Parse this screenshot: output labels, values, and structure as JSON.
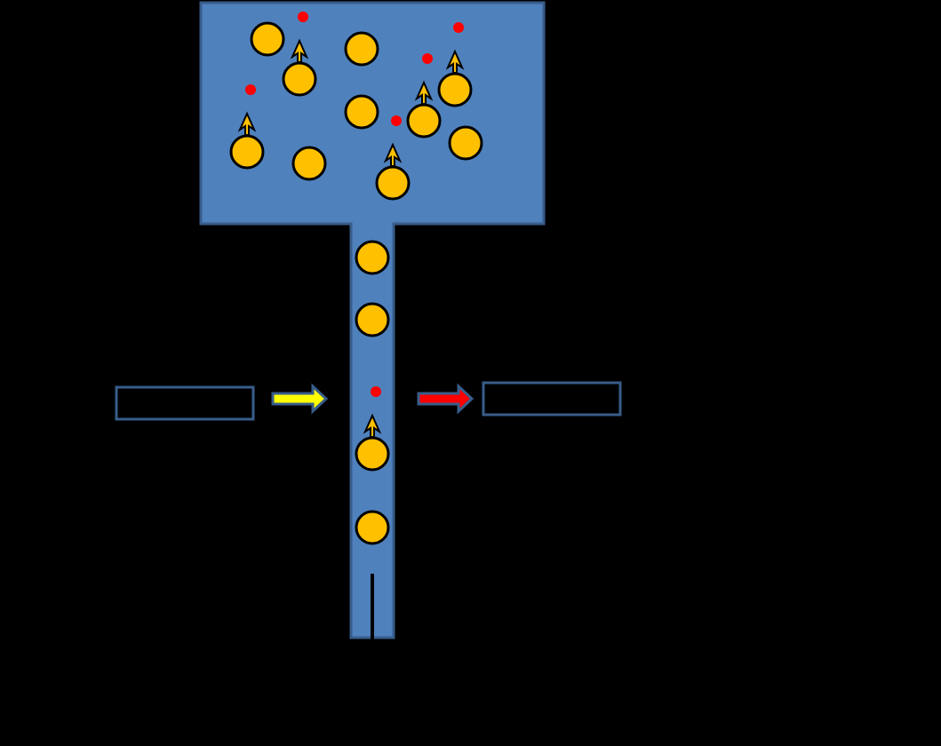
{
  "colors": {
    "background": "#000000",
    "chamber_fill": "#4f81bd",
    "chamber_stroke": "#385d8a",
    "particle_fill": "#ffc000",
    "particle_stroke": "#000000",
    "marker_fill": "#ff0000",
    "receptor_fill": "#ffc000",
    "input_arrow_fill": "#ffff00",
    "output_arrow_fill": "#ff0000",
    "label_box_stroke": "#385d8a"
  },
  "diagram": {
    "chamber_particles": 11,
    "labeled_particles_in_chamber": 5,
    "channel_particles": 4,
    "labeled_particles_in_channel": 1
  },
  "left_box": {
    "text": ""
  },
  "right_box": {
    "text": ""
  },
  "input_arrow": {
    "icon": "right-arrow-icon"
  },
  "output_arrow": {
    "icon": "right-arrow-icon"
  }
}
